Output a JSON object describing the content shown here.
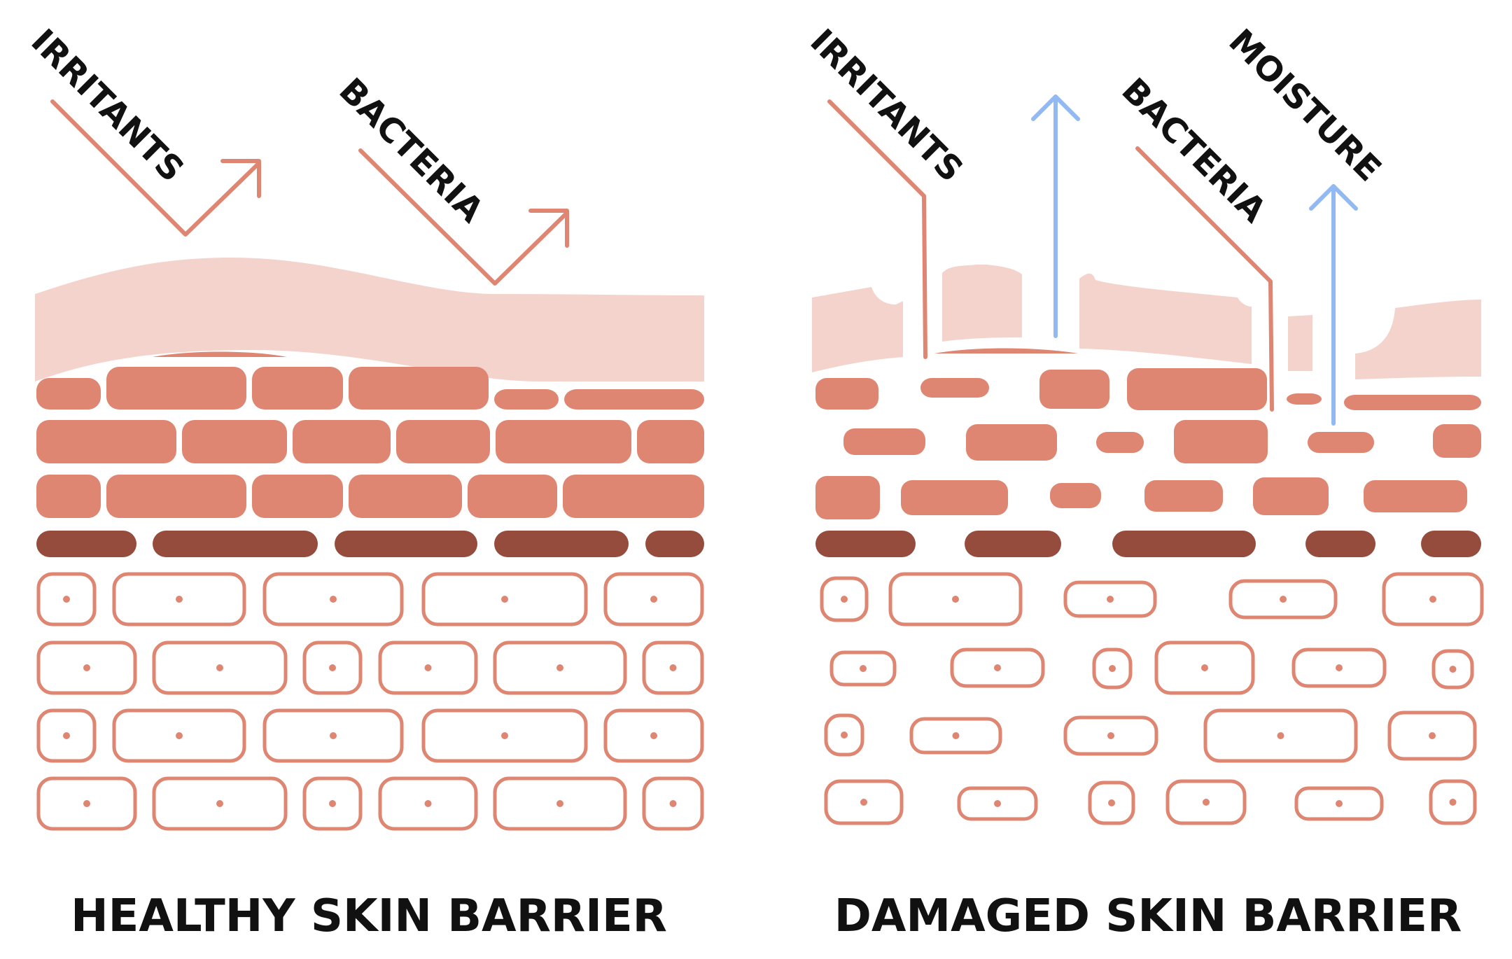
{
  "colors": {
    "background": "#ffffff",
    "lipid_layer": "#f4d3cd",
    "brick": "#df8672",
    "basal_band": "#964c3d",
    "cell_outline": "#df8672",
    "pathogen_arrow": "#df8672",
    "moisture_arrow": "#93b9f2",
    "text": "#111111"
  },
  "panels": [
    {
      "id": "healthy",
      "caption": "HEALTHY SKIN BARRIER",
      "labels": {
        "irritants": "IRRITANTS",
        "bacteria": "BACTERIA"
      }
    },
    {
      "id": "damaged",
      "caption": "DAMAGED SKIN BARRIER",
      "labels": {
        "irritants": "IRRITANTS",
        "bacteria": "BACTERIA",
        "moisture": "MOISTURE"
      }
    }
  ]
}
